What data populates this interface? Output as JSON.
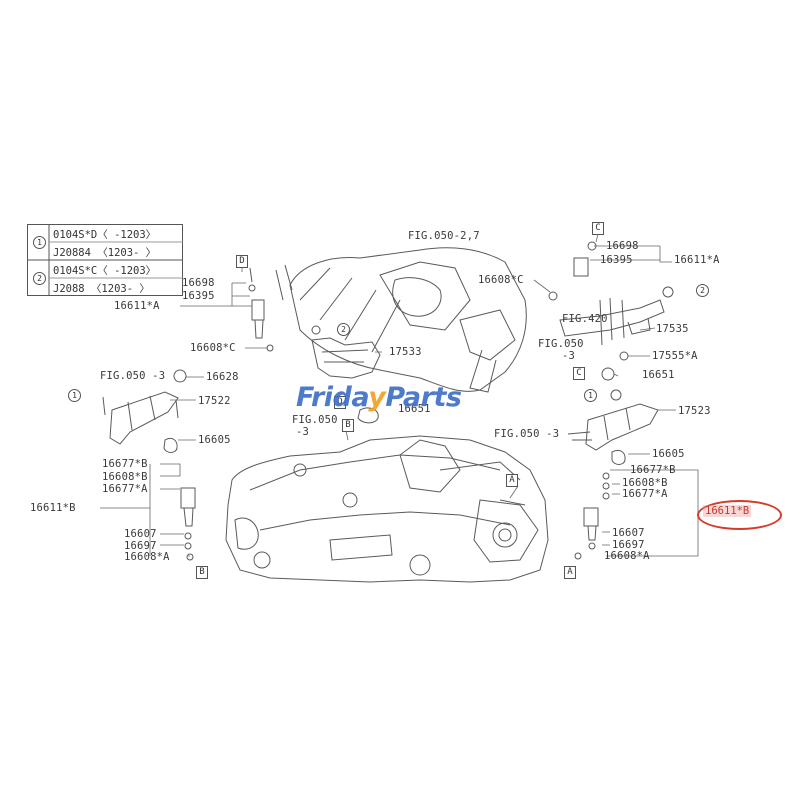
{
  "legend": {
    "rows": [
      {
        "marker": "1",
        "lines": [
          "0104S*D〈 -1203〉",
          "J20884 〈1203- 〉"
        ]
      },
      {
        "marker": "2",
        "lines": [
          "0104S*C〈 -1203〉",
          "J2088  〈1203- 〉"
        ]
      }
    ]
  },
  "watermark": {
    "part1": "Frida",
    "part2": "y",
    "part3": "Parts"
  },
  "highlight": {
    "label": "16611*B"
  },
  "colors": {
    "highlight": "#d63a2a",
    "watermark": "#3f6fc6",
    "watermark_accent": "#f0a020",
    "linework": "#555555"
  },
  "labels": {
    "fig_top": "FIG.050-2,7",
    "fig_right": "FIG.420",
    "fig_right2": "FIG.050",
    "fig_right2b": "-3",
    "fig_left": "FIG.050 -3",
    "fig_center": "FIG.050",
    "fig_center_b": "-3",
    "fig_right3": "FIG.050 -3",
    "l_16698_l": "16698",
    "l_16395_l": "16395",
    "l_16611a_l": "16611*A",
    "l_16608c_l": "16608*C",
    "l_17533": "17533",
    "l_16628": "16628",
    "l_17522": "17522",
    "l_16605_l": "16605",
    "l_16677b_l": "16677*B",
    "l_16608b_l": "16608*B",
    "l_16677a_l": "16677*A",
    "l_16611b_l": "16611*B",
    "l_16607_l": "16607",
    "l_16697_l": "16697",
    "l_16608a_l": "16608*A",
    "l_16698_r": "16698",
    "l_16395_r": "16395",
    "l_16611a_r": "16611*A",
    "l_16608c_r": "16608*C",
    "l_17535": "17535",
    "l_17555a": "17555*A",
    "l_16651_r": "16651",
    "l_16651_c": "16651",
    "l_17523": "17523",
    "l_16605_r": "16605",
    "l_16677b_r": "16677*B",
    "l_16608b_r": "16608*B",
    "l_16677a_r": "16677*A",
    "l_16607_r": "16607",
    "l_16697_r": "16697",
    "l_16608a_r": "16608*A"
  },
  "callouts": {
    "A": "A",
    "B": "B",
    "C": "C",
    "D": "D",
    "one": "1",
    "two": "2"
  }
}
